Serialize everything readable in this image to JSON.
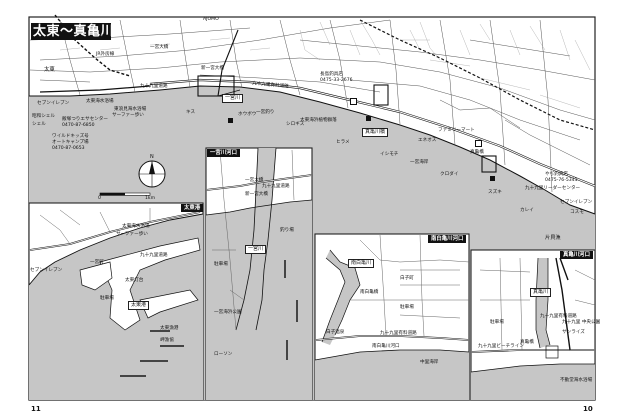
{
  "title": "太東〜真亀川",
  "page_left": "11",
  "page_right": "10",
  "colors": {
    "sea": "#c6c6c6",
    "land": "#ffffff",
    "road": "#111111",
    "frame": "#222222",
    "title_bg": "#111111"
  },
  "main_map": {
    "labels": {
      "town_top": "岬町",
      "town_taito": "太東",
      "ajomo": "AJOMO",
      "jr_line": "JR外房線",
      "taito_beach": "太東海水浴場",
      "daiichi_bridge": "一宮大橋",
      "shin_ichinomiya_bridge": "新一宮大橋",
      "ichinomiya_river": "一宮川",
      "kujukuri_road_1": "九十九里道路",
      "kujukuri_road_2": "九十九里有料道路",
      "torami_beach": "東浪見海水浴場",
      "surfer_walk": "サーファー歩い",
      "seven_eleven_1": "セブンイレブン",
      "shell": "シェル",
      "showa_shell": "昭和シェル",
      "iizuka": "飯塚つりエサセンター",
      "iizuka_phone": "0470-87-6850",
      "wildkids": "ワイルドキッズ号",
      "autocamp": "オートキャンプ場",
      "wildkids_phone": "0470-87-0653",
      "nagashima": "長島釣具店",
      "nagashima_phone": "0475-33-2676",
      "family_mart": "ファミリーマート",
      "eneos": "エネオス",
      "makame_bridge": "真亀橋",
      "yachiyo": "やぢ釣具店",
      "yachiyo_phone": "0475-76-5341",
      "kujukuri_center": "九十九里リーダーセンター",
      "seven_eleven_2": "セブンイレブン",
      "cosmo": "コスモ",
      "katagai": "片貝漁",
      "ichinomiya_tsuri": "一宮釣り",
      "makamegawa_bridge": "真亀川橋",
      "kamogawa_school": "太東海浜植物群落",
      "school_2": "一宮海岸"
    },
    "point_codes": [
      "キス",
      "ホウボウ",
      "シロギス",
      "ヒラメ",
      "イシモチ",
      "クロダイ",
      "スズキ",
      "カレイ"
    ]
  },
  "compass": {
    "north": "N"
  },
  "scale": {
    "label": "0",
    "label_end": "1km"
  },
  "insets": {
    "taito_port": {
      "tag": "太東港",
      "labels": {
        "coast": "太東海水浴場",
        "surf": "サーファー歩い",
        "marina": "太東港",
        "lot": "駐車場",
        "kujukuri": "九十九里道路",
        "seven": "セブンイレブン",
        "store1": "一宮町",
        "store2": "太東灯台",
        "break1": "太東漁港",
        "shop": "岬漁協"
      }
    },
    "ichinomiya_mouth": {
      "tag": "一宮川河口",
      "labels": {
        "bridge1": "一宮大橋",
        "bridge2": "新一宮大橋",
        "river": "一宮川",
        "road": "九十九里道路",
        "parking": "駐車場",
        "lawson": "ローソン",
        "park": "一宮海浜公園",
        "station": "釣り場"
      }
    },
    "minami_shirakame_mouth": {
      "tag": "南白亀川河口",
      "labels": {
        "river": "南白亀川",
        "bridge": "南白亀橋",
        "road": "九十九里有料道路",
        "parking": "駐車場",
        "school": "白子町",
        "lot2": "南白亀川河口",
        "beach": "中里海岸",
        "hotel": "白子温泉"
      }
    },
    "makame_mouth": {
      "tag": "真亀川河口",
      "labels": {
        "river": "真亀川",
        "bridge": "真亀橋",
        "road": "九十九里有料道路",
        "bypass": "九十九里ビーチライン",
        "lot": "駐車場",
        "shop": "九十九里 中央公園",
        "fish": "不動堂海水浴場",
        "center": "サンライズ"
      }
    }
  }
}
